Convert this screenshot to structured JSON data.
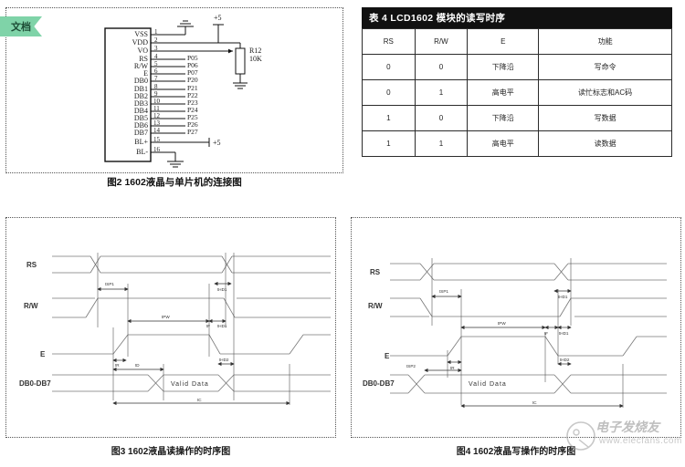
{
  "ribbon": {
    "label": "文档"
  },
  "figure2": {
    "caption": "图2  1602液晶与单片机的连接图",
    "lcd_pins": [
      {
        "num": "1",
        "name": "VSS"
      },
      {
        "num": "2",
        "name": "VDD"
      },
      {
        "num": "3",
        "name": "VO"
      },
      {
        "num": "4",
        "name": "RS"
      },
      {
        "num": "5",
        "name": "R/W"
      },
      {
        "num": "6",
        "name": "E"
      },
      {
        "num": "7",
        "name": "DB0"
      },
      {
        "num": "8",
        "name": "DB1"
      },
      {
        "num": "9",
        "name": "DB2"
      },
      {
        "num": "10",
        "name": "DB3"
      },
      {
        "num": "11",
        "name": "DB4"
      },
      {
        "num": "12",
        "name": "DB5"
      },
      {
        "num": "13",
        "name": "DB6"
      },
      {
        "num": "14",
        "name": "DB7"
      },
      {
        "num": "15",
        "name": "BL+"
      },
      {
        "num": "16",
        "name": "BL-"
      }
    ],
    "mcu_ports": [
      "P05",
      "P06",
      "P07",
      "P20",
      "P21",
      "P22",
      "P23",
      "P24",
      "P25",
      "P26",
      "P27"
    ],
    "resistor": {
      "designator": "R12",
      "value": "10K"
    },
    "supply_top": "+5",
    "supply_bl": "+5"
  },
  "table4": {
    "title": "表 4  LCD1602 模块的读写时序",
    "headers": [
      "RS",
      "R/W",
      "E",
      "功能"
    ],
    "rows": [
      [
        "0",
        "0",
        "下降沿",
        "写命令"
      ],
      [
        "0",
        "1",
        "高电平",
        "读忙标志和AC码"
      ],
      [
        "1",
        "0",
        "下降沿",
        "写数据"
      ],
      [
        "1",
        "1",
        "高电平",
        "读数据"
      ]
    ]
  },
  "figure3": {
    "caption": "图3 1602液晶读操作的时序图",
    "signals": [
      "RS",
      "R/W",
      "E",
      "DB0-DB7"
    ],
    "valid_data": "Valid Data",
    "timings": [
      "tSP1",
      "tHD1",
      "tPW",
      "tF",
      "tHD1",
      "tR",
      "tD",
      "tHD2",
      "tC"
    ]
  },
  "figure4": {
    "caption": "图4  1602液晶写操作的时序图",
    "signals": [
      "RS",
      "R/W",
      "E",
      "DB0-DB7"
    ],
    "valid_data": "Valid Data",
    "timings": [
      "tSP1",
      "tHD1",
      "tPW",
      "tF",
      "tHD1",
      "tR",
      "tSP2",
      "tHD2",
      "tC"
    ]
  },
  "watermark": {
    "text": "电子发烧友",
    "url": "www.elecfans.com"
  }
}
